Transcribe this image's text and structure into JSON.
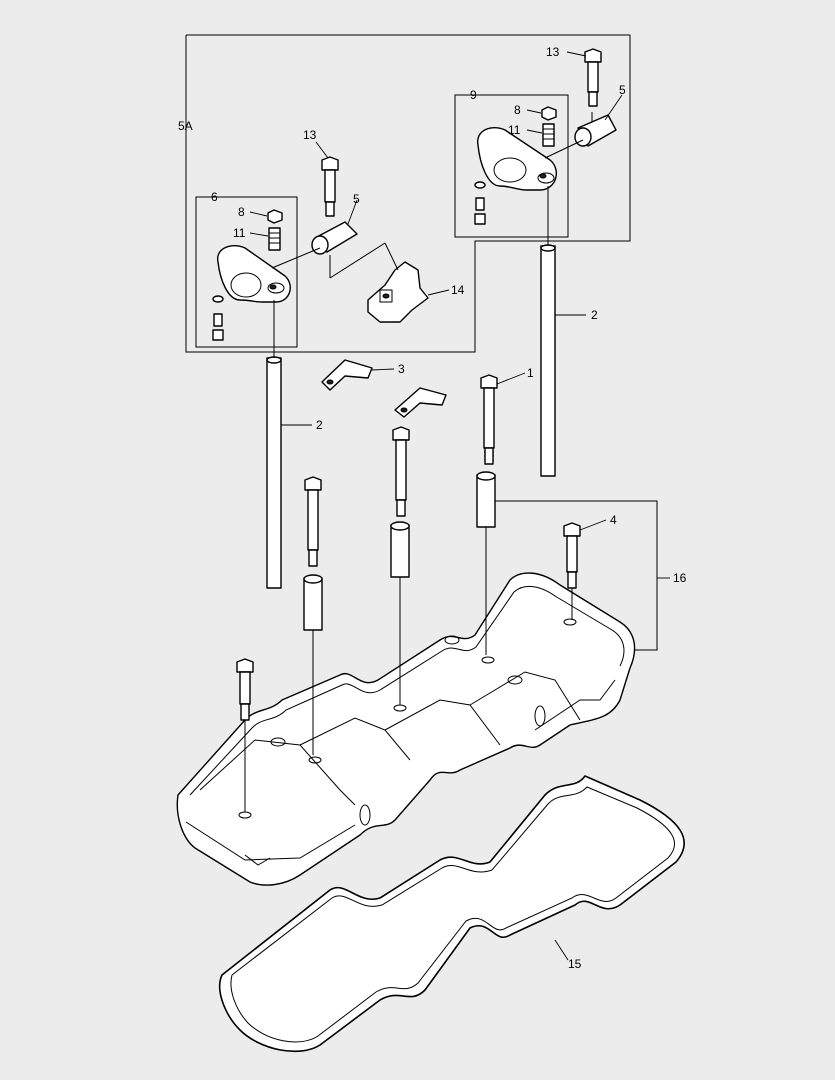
{
  "diagram": {
    "callouts": [
      {
        "id": "c-13-top",
        "label": "13"
      },
      {
        "id": "c-5-top",
        "label": "5"
      },
      {
        "id": "c-9",
        "label": "9"
      },
      {
        "id": "c-8-top",
        "label": "8"
      },
      {
        "id": "c-11-top",
        "label": "11"
      },
      {
        "id": "c-5a",
        "label": "5A"
      },
      {
        "id": "c-13-mid",
        "label": "13"
      },
      {
        "id": "c-6",
        "label": "6"
      },
      {
        "id": "c-8-mid",
        "label": "8"
      },
      {
        "id": "c-11-mid",
        "label": "11"
      },
      {
        "id": "c-5-mid",
        "label": "5"
      },
      {
        "id": "c-14",
        "label": "14"
      },
      {
        "id": "c-2-right",
        "label": "2"
      },
      {
        "id": "c-3",
        "label": "3"
      },
      {
        "id": "c-1",
        "label": "1"
      },
      {
        "id": "c-2-left",
        "label": "2"
      },
      {
        "id": "c-4",
        "label": "4"
      },
      {
        "id": "c-16",
        "label": "16"
      },
      {
        "id": "c-15",
        "label": "15"
      }
    ]
  },
  "colors": {
    "background": "#ececec",
    "line": "#000000",
    "part_fill": "#ffffff"
  }
}
